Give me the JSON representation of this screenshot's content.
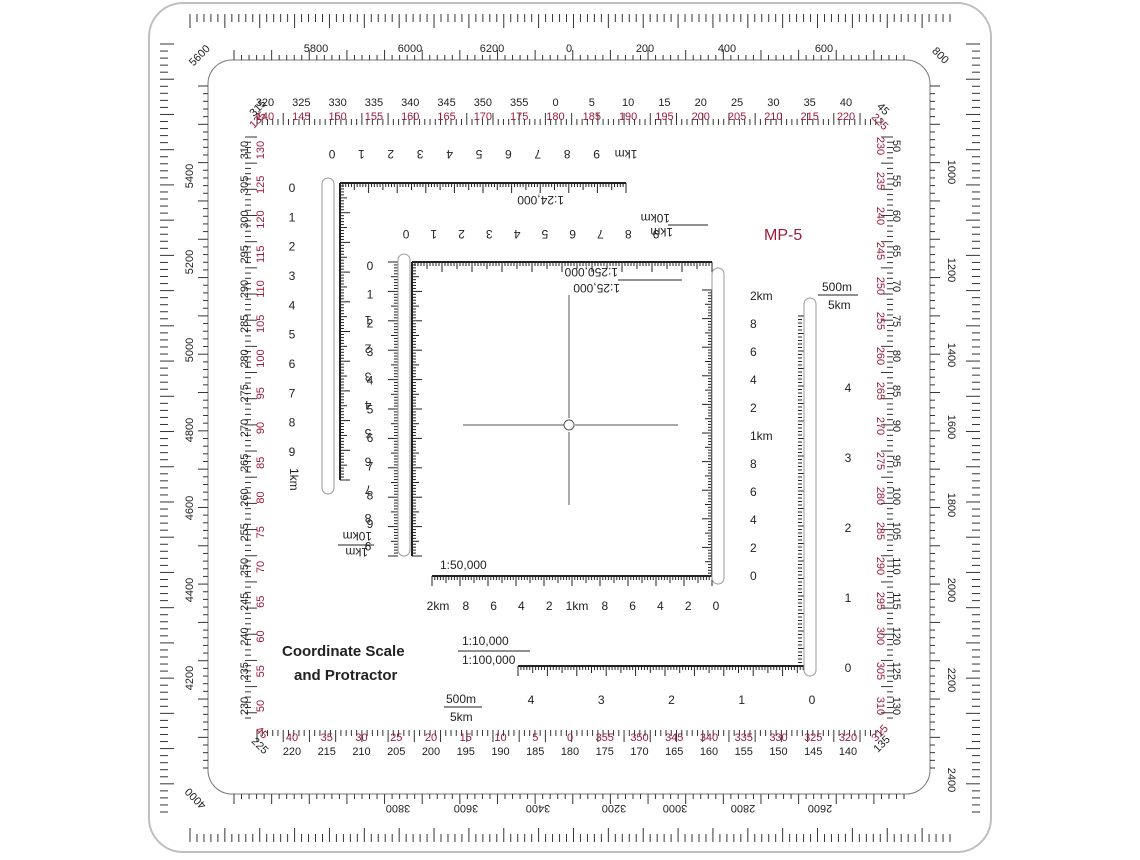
{
  "colors": {
    "ink": "#222222",
    "accent": "#9b1b3a",
    "plate": "#ffffff",
    "plate_edge": "#bfbfbf"
  },
  "product": {
    "model": "MP-5",
    "title_line1": "Coordinate Scale",
    "title_line2": "and Protractor"
  },
  "mils": {
    "top": [
      "5600",
      "5800",
      "6000",
      "6200",
      "0",
      "200",
      "400",
      "600",
      "800"
    ],
    "right": [
      "1000",
      "1200",
      "1400",
      "1600",
      "1800",
      "2000",
      "2200",
      "2400"
    ],
    "bottom": [
      "2600",
      "2800",
      "3000",
      "3200",
      "3400",
      "3600",
      "3800",
      "4000"
    ],
    "left": [
      "5400",
      "5200",
      "5000",
      "4800",
      "4600",
      "4400",
      "4200"
    ]
  },
  "degrees": {
    "top": [
      "320",
      "325",
      "330",
      "335",
      "340",
      "345",
      "350",
      "355",
      "0",
      "5",
      "10",
      "15",
      "20",
      "25",
      "30",
      "35",
      "40"
    ],
    "top_back": [
      "140",
      "145",
      "150",
      "155",
      "160",
      "165",
      "170",
      "175",
      "180",
      "185",
      "190",
      "195",
      "200",
      "205",
      "210",
      "215",
      "220"
    ],
    "right": [
      "50",
      "55",
      "60",
      "65",
      "70",
      "75",
      "80",
      "85",
      "90",
      "95",
      "100",
      "105",
      "110",
      "115",
      "120",
      "125",
      "130"
    ],
    "right_back": [
      "230",
      "235",
      "240",
      "245",
      "250",
      "255",
      "260",
      "265",
      "270",
      "275",
      "280",
      "285",
      "290",
      "295",
      "300",
      "305",
      "310"
    ],
    "bottom": [
      "40",
      "35",
      "30",
      "25",
      "20",
      "15",
      "10",
      "5",
      "0",
      "355",
      "350",
      "345",
      "340",
      "335",
      "330",
      "325",
      "320"
    ],
    "bottom_back": [
      "220",
      "215",
      "210",
      "205",
      "200",
      "195",
      "190",
      "185",
      "180",
      "175",
      "170",
      "165",
      "160",
      "155",
      "150",
      "145",
      "140"
    ],
    "left": [
      "310",
      "305",
      "300",
      "295",
      "290",
      "285",
      "280",
      "275",
      "270",
      "265",
      "260",
      "255",
      "250",
      "245",
      "240",
      "235",
      "230"
    ],
    "left_back": [
      "130",
      "125",
      "120",
      "115",
      "110",
      "105",
      "100",
      "95",
      "90",
      "85",
      "80",
      "75",
      "70",
      "65",
      "60",
      "55",
      "50"
    ],
    "corner_tl": "315",
    "corner_tl_back": "135",
    "corner_tr": "45",
    "corner_tr_back": "225",
    "corner_bl": "45",
    "corner_bl_back": "225",
    "corner_br": "315",
    "corner_br_back": "135"
  },
  "scale_24k": {
    "ratio": "1:24,000",
    "unit": "1km",
    "top_labels": [
      "0",
      "1",
      "2",
      "3",
      "4",
      "5",
      "6",
      "7",
      "8",
      "9",
      "1km"
    ],
    "left_labels": [
      "0",
      "1",
      "2",
      "3",
      "4",
      "5",
      "6",
      "7",
      "8",
      "9",
      "1km"
    ]
  },
  "scale_25k": {
    "ratio_a": "1:25,000",
    "ratio_b": "1:250,000",
    "unit_a": "1km",
    "unit_b": "10km",
    "top_labels": [
      "0",
      "1",
      "2",
      "3",
      "4",
      "5",
      "6",
      "7",
      "8",
      "9"
    ],
    "left_outer_labels": [
      "0",
      "1",
      "2",
      "3",
      "4",
      "5",
      "6",
      "7",
      "8",
      "9"
    ],
    "left_inner_labels": [
      "1",
      "2",
      "3",
      "4",
      "5",
      "6",
      "7",
      "8",
      "9"
    ]
  },
  "scale_50k": {
    "ratio": "1:50,000",
    "bottom_labels": [
      "2km",
      "8",
      "6",
      "4",
      "2",
      "1km",
      "8",
      "6",
      "4",
      "2",
      "0"
    ],
    "right_labels": [
      "2km",
      "8",
      "6",
      "4",
      "2",
      "1km",
      "8",
      "6",
      "4",
      "2",
      "0"
    ]
  },
  "scale_10k": {
    "ratio_a": "1:10,000",
    "ratio_b": "1:100,000",
    "unit_a": "500m",
    "unit_b": "5km",
    "bottom_labels": [
      "4",
      "3",
      "2",
      "1",
      "0"
    ],
    "right_labels": [
      "4",
      "3",
      "2",
      "1",
      "0"
    ]
  }
}
